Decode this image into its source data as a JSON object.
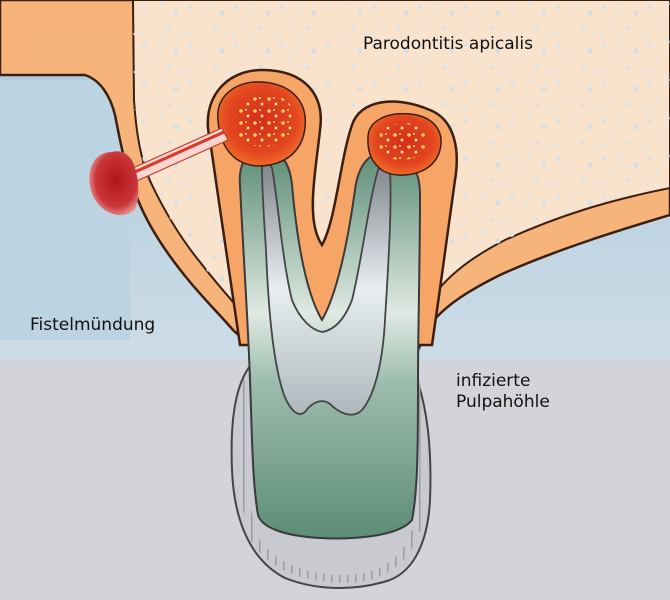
{
  "labels": {
    "parodontitis": "Parodontitis apicalis",
    "fistel": "Fistelmündung",
    "pulpa_line1": "infizierte",
    "pulpa_line2": "Pulpahöhle"
  },
  "colors": {
    "bone": "#f9e3cc",
    "gum": "#f6b47b",
    "gum_outline": "#3a1f12",
    "mucosa_blue": "#bcd3e2",
    "lower_grey": "#d3d4da",
    "enamel_grey": "#c0c2c8",
    "tooth_green": "#5c8e76",
    "tooth_light": "#e2ece6",
    "infection_red": "#d3321f",
    "infection_orange": "#ee6b22",
    "infection_yellow": "#f6d35a"
  }
}
